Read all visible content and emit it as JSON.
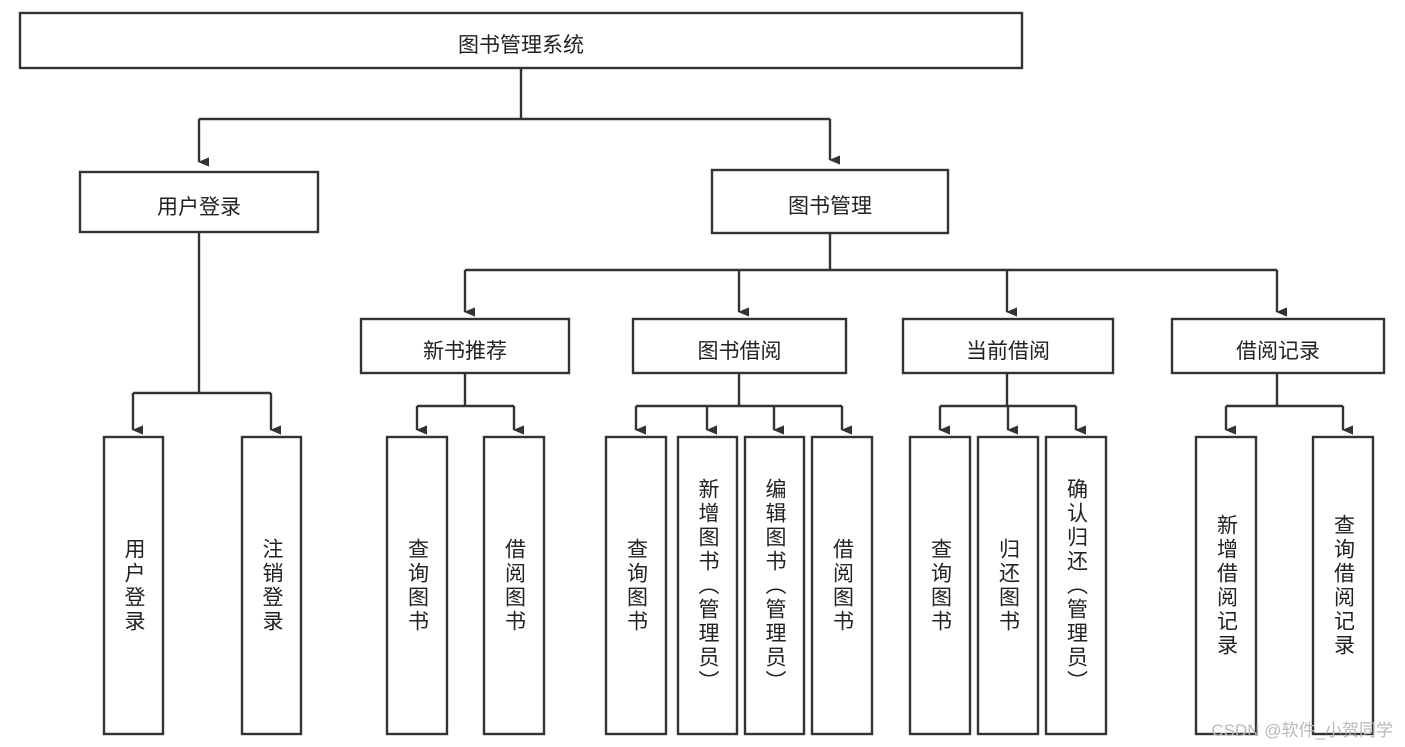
{
  "diagram": {
    "type": "tree",
    "title": "图书管理系统",
    "watermark": "CSDN @软件_小贺同学",
    "colors": {
      "stroke": "#333333",
      "fill": "#ffffff",
      "text": "#222222",
      "watermark": "#b9b9b9",
      "background": "#ffffff"
    },
    "root": {
      "label": "图书管理系统"
    },
    "level1": [
      {
        "label": "用户登录"
      },
      {
        "label": "图书管理"
      }
    ],
    "level2": [
      {
        "label": "新书推荐"
      },
      {
        "label": "图书借阅"
      },
      {
        "label": "当前借阅"
      },
      {
        "label": "借阅记录"
      }
    ],
    "leaves": [
      {
        "label": "用户登录",
        "parent": "用户登录"
      },
      {
        "label": "注销登录",
        "parent": "用户登录"
      },
      {
        "label": "查询图书",
        "parent": "新书推荐"
      },
      {
        "label": "借阅图书",
        "parent": "新书推荐"
      },
      {
        "label": "查询图书",
        "parent": "图书借阅"
      },
      {
        "label": "新增图书（管理员）",
        "parent": "图书借阅"
      },
      {
        "label": "编辑图书（管理员）",
        "parent": "图书借阅"
      },
      {
        "label": "借阅图书",
        "parent": "图书借阅"
      },
      {
        "label": "查询图书",
        "parent": "当前借阅"
      },
      {
        "label": "归还图书",
        "parent": "当前借阅"
      },
      {
        "label": "确认归还（管理员）",
        "parent": "当前借阅"
      },
      {
        "label": "新增借阅记录",
        "parent": "借阅记录"
      },
      {
        "label": "查询借阅记录",
        "parent": "借阅记录"
      }
    ]
  }
}
